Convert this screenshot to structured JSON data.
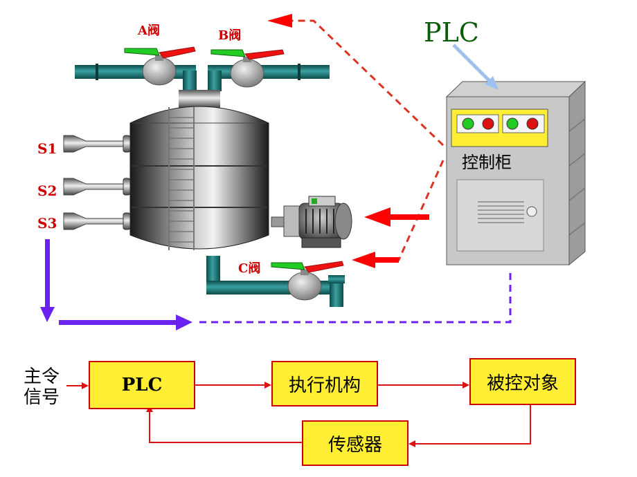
{
  "scene": {
    "valves": {
      "a": "A阀",
      "b": "B阀",
      "c": "C阀"
    },
    "sensors": [
      "S1",
      "S2",
      "S3"
    ],
    "plc_label": "PLC",
    "cabinet_label": "控制柜"
  },
  "block_diagram": {
    "input_line1": "主令",
    "input_line2": "信号",
    "plc": "PLC",
    "actuator": "执行机构",
    "controlled_object": "被控对象",
    "sensor": "传感器"
  },
  "colors": {
    "signal_red": "#ff0000",
    "feedback_purple": "#6a22ee",
    "plc_green": "#0a5c0a",
    "box_fill": "#ffee33",
    "pipe_teal": "#1a6b6b"
  }
}
